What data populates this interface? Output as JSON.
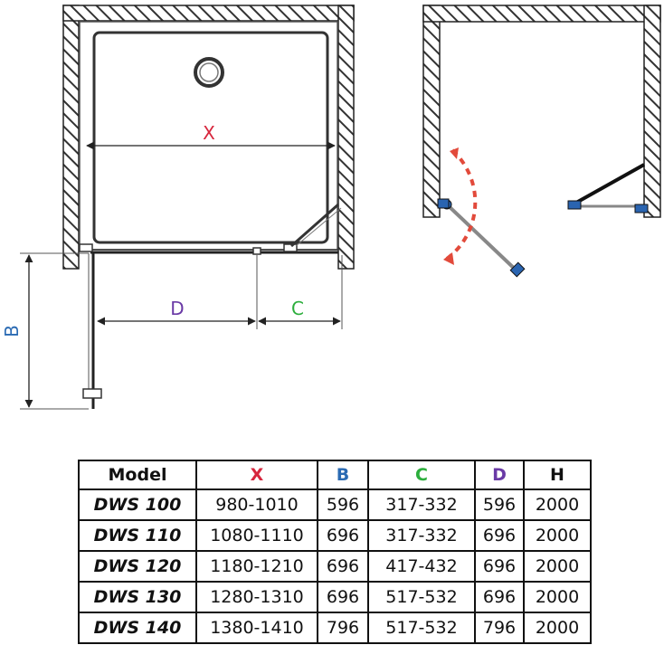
{
  "labels": {
    "x": "X",
    "b": "B",
    "c": "C",
    "d": "D"
  },
  "colors": {
    "x": "#d7263d",
    "b": "#2a6ab3",
    "c": "#2cae3c",
    "d": "#6a3aa6",
    "wall_hatch": "#333333",
    "arrow": "#e24a3b",
    "glass": "#888888",
    "fitting": "#2a64b0",
    "line": "#222222"
  },
  "table": {
    "headers": [
      "Model",
      "X",
      "B",
      "C",
      "D",
      "H"
    ],
    "rows": [
      [
        "DWS 100",
        "980-1010",
        "596",
        "317-332",
        "596",
        "2000"
      ],
      [
        "DWS 110",
        "1080-1110",
        "696",
        "317-332",
        "696",
        "2000"
      ],
      [
        "DWS 120",
        "1180-1210",
        "696",
        "417-432",
        "696",
        "2000"
      ],
      [
        "DWS 130",
        "1280-1310",
        "696",
        "517-532",
        "696",
        "2000"
      ],
      [
        "DWS 140",
        "1380-1410",
        "796",
        "517-532",
        "796",
        "2000"
      ]
    ]
  }
}
